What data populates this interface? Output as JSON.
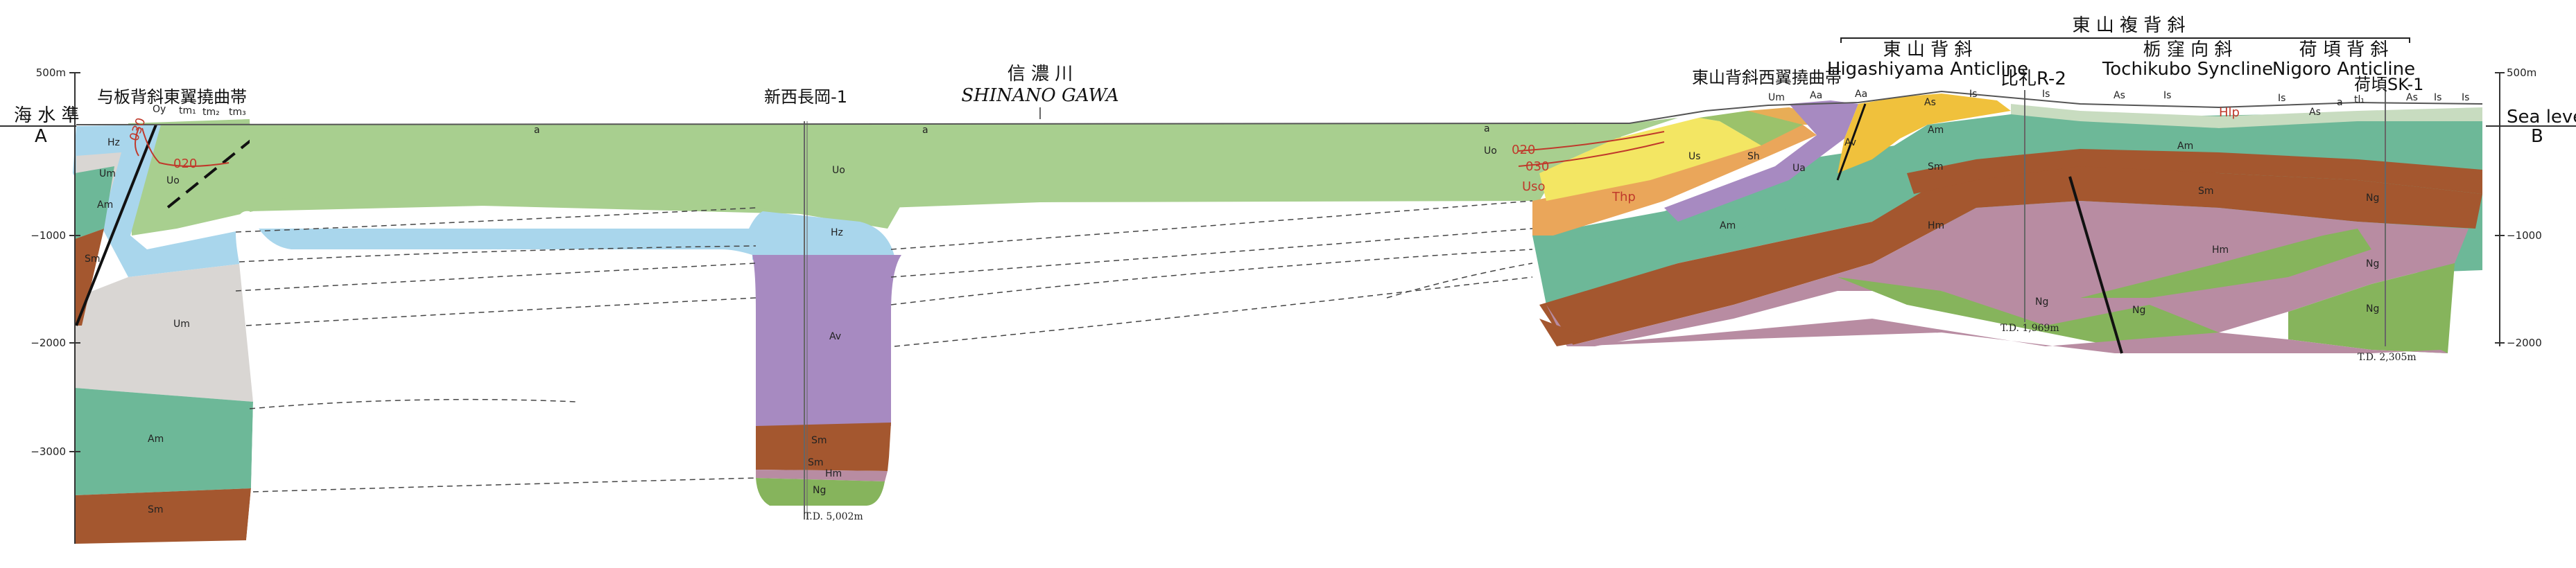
{
  "titles": {
    "left_end": "A",
    "right_end": "B",
    "sea_level_jp": "海 水 準",
    "sea_level_en": "Sea level",
    "river_jp": "信 濃 川",
    "river_en": "SHINANO GAWA",
    "zone_left": "与板背斜東翼撓曲帯",
    "zone_mid": "東山背斜西翼撓曲帯",
    "complex": "東 山 複 背 斜",
    "higashiyama_jp": "東 山 背 斜",
    "higashiyama_en": "Higashiyama Anticline",
    "tochikubo_jp": "栃 窪 向 斜",
    "tochikubo_en": "Tochikubo Syncline",
    "nigoro_jp": "荷 頃 背 斜",
    "nigoro_en": "Nigoro Anticline"
  },
  "wells": {
    "shinnishi_name": "新西長岡-1",
    "shinnishi_td": "T.D. 5,002m",
    "hizure_name": "比礼R-2",
    "hizure_td": "T.D. 1,969m",
    "nigoro_name": "荷頃SK-1",
    "nigoro_td": "T.D. 2,305m"
  },
  "left_scale": [
    "500m",
    "−1000",
    "−2000",
    "−3000"
  ],
  "right_scale": [
    "500m",
    "−1000",
    "−2000"
  ],
  "surface_units": [
    "Oy",
    "tm₁",
    "tm₂",
    "tm₃",
    "a",
    "a",
    "a",
    "Um",
    "Aa",
    "Aa",
    "As",
    "As",
    "Is",
    "Is",
    "Is",
    "a",
    "Is",
    "tl₁",
    "As",
    "Is",
    "Is"
  ],
  "horizons": [
    "030",
    "020",
    "020",
    "030",
    "Uso",
    "Thp",
    "Hlp"
  ],
  "units": {
    "left": [
      "Hz",
      "Um",
      "Am",
      "Sm",
      "Uo",
      "Um",
      "Am",
      "Sm"
    ],
    "center": [
      "Uo",
      "Hz",
      "Av",
      "Sm",
      "Sm",
      "Hm",
      "Ng"
    ],
    "east": [
      "Uo",
      "Us",
      "Sh",
      "Ua",
      "Av",
      "Am",
      "As",
      "Am",
      "Sm",
      "Hm",
      "Ng",
      "Ng",
      "Am",
      "Sm",
      "Hm",
      "Ng",
      "Ng",
      "Ng"
    ]
  },
  "colors": {
    "Uo": "#a8cf8f",
    "Hz": "#a9d6ec",
    "Um": "#d9d6d3",
    "Am": "#6db898",
    "Sm": "#a4572f",
    "Av": "#a78ac1",
    "Hm": "#b88ca2",
    "Ng": "#86b45c",
    "Us": "#f3e663",
    "Uso": "#eaa65a",
    "Sh": "#9bc26b",
    "Ua": "#e8ad56",
    "As": "#f0c13c",
    "Is": "#c8dcc0",
    "fault": "#111111",
    "horizon": "#c0392b"
  }
}
